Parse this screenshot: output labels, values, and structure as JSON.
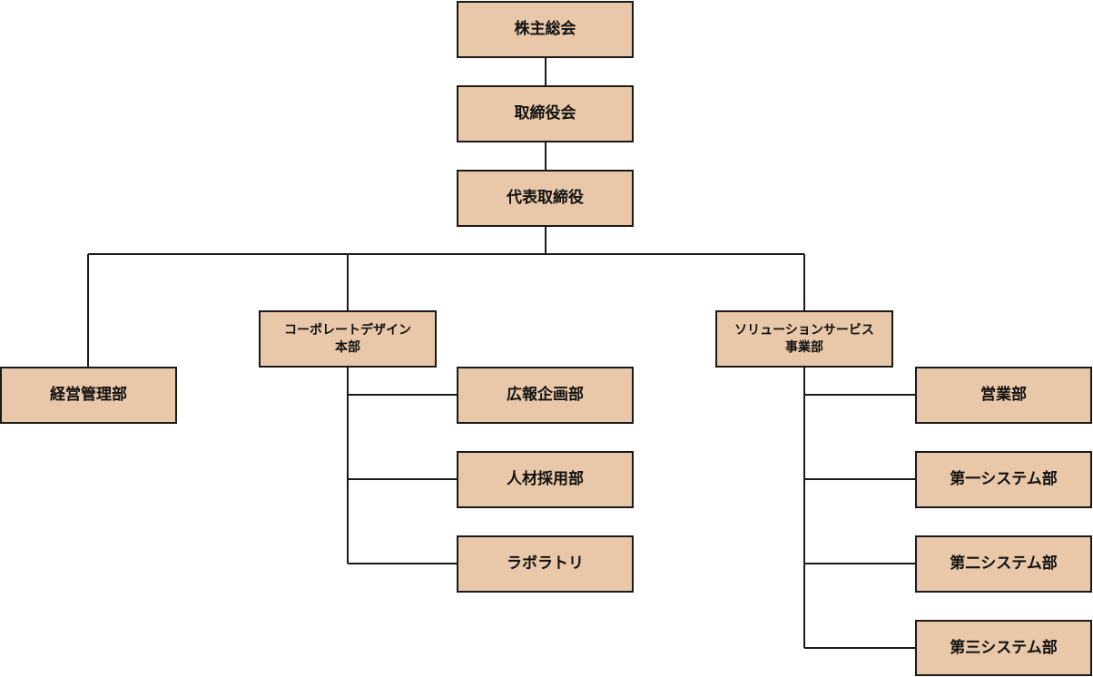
{
  "colors": {
    "box_fill": "#e8c8a8",
    "box_border": "#1a1a1a",
    "connector": "#1a1a1a"
  },
  "nodes": {
    "shareholders_meeting": "株主総会",
    "board_of_directors": "取締役会",
    "representative_director": "代表取締役",
    "business_management": "経営管理部",
    "corporate_design_hq": "コーポレートデザイン\n本部",
    "solution_services": "ソリューションサービス\n事業部",
    "pr_planning": "広報企画部",
    "hr_recruiting": "人材採用部",
    "laboratory": "ラボラトリ",
    "sales": "営業部",
    "system_1": "第一システム部",
    "system_2": "第二システム部",
    "system_3": "第三システム部"
  }
}
